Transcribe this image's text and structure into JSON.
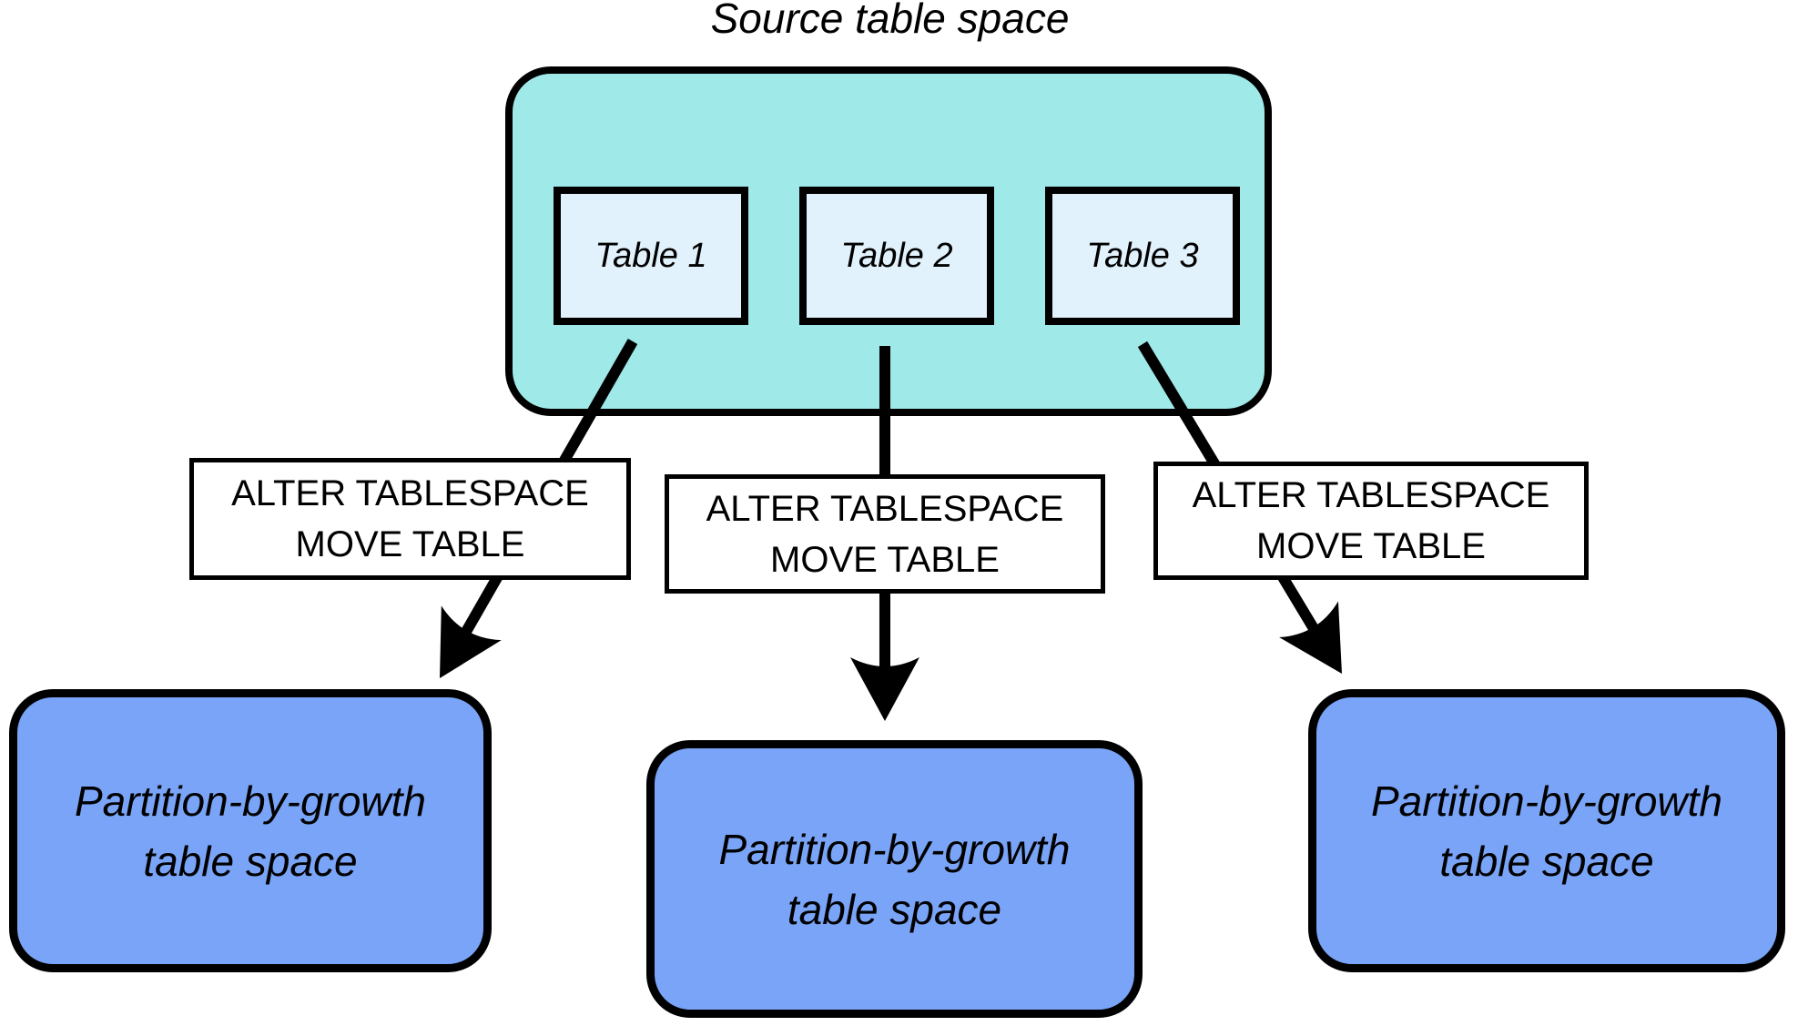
{
  "title": "Source table space",
  "source": {
    "tables": [
      {
        "label": "Table 1"
      },
      {
        "label": "Table 2"
      },
      {
        "label": "Table 3"
      }
    ]
  },
  "commands": [
    {
      "line1": "ALTER TABLESPACE",
      "line2": "MOVE TABLE"
    },
    {
      "line1": "ALTER TABLESPACE",
      "line2": "MOVE TABLE"
    },
    {
      "line1": "ALTER TABLESPACE",
      "line2": "MOVE TABLE"
    }
  ],
  "targets": [
    {
      "line1": "Partition-by-growth",
      "line2": "table space"
    },
    {
      "line1": "Partition-by-growth",
      "line2": "table space"
    },
    {
      "line1": "Partition-by-growth",
      "line2": "table space"
    }
  ],
  "colors": {
    "source_fill": "#9fe9e9",
    "table_fill": "#e1f2fc",
    "command_fill": "#ffffff",
    "target_fill": "#79a4f7",
    "stroke": "#000000",
    "background": "#ffffff"
  }
}
